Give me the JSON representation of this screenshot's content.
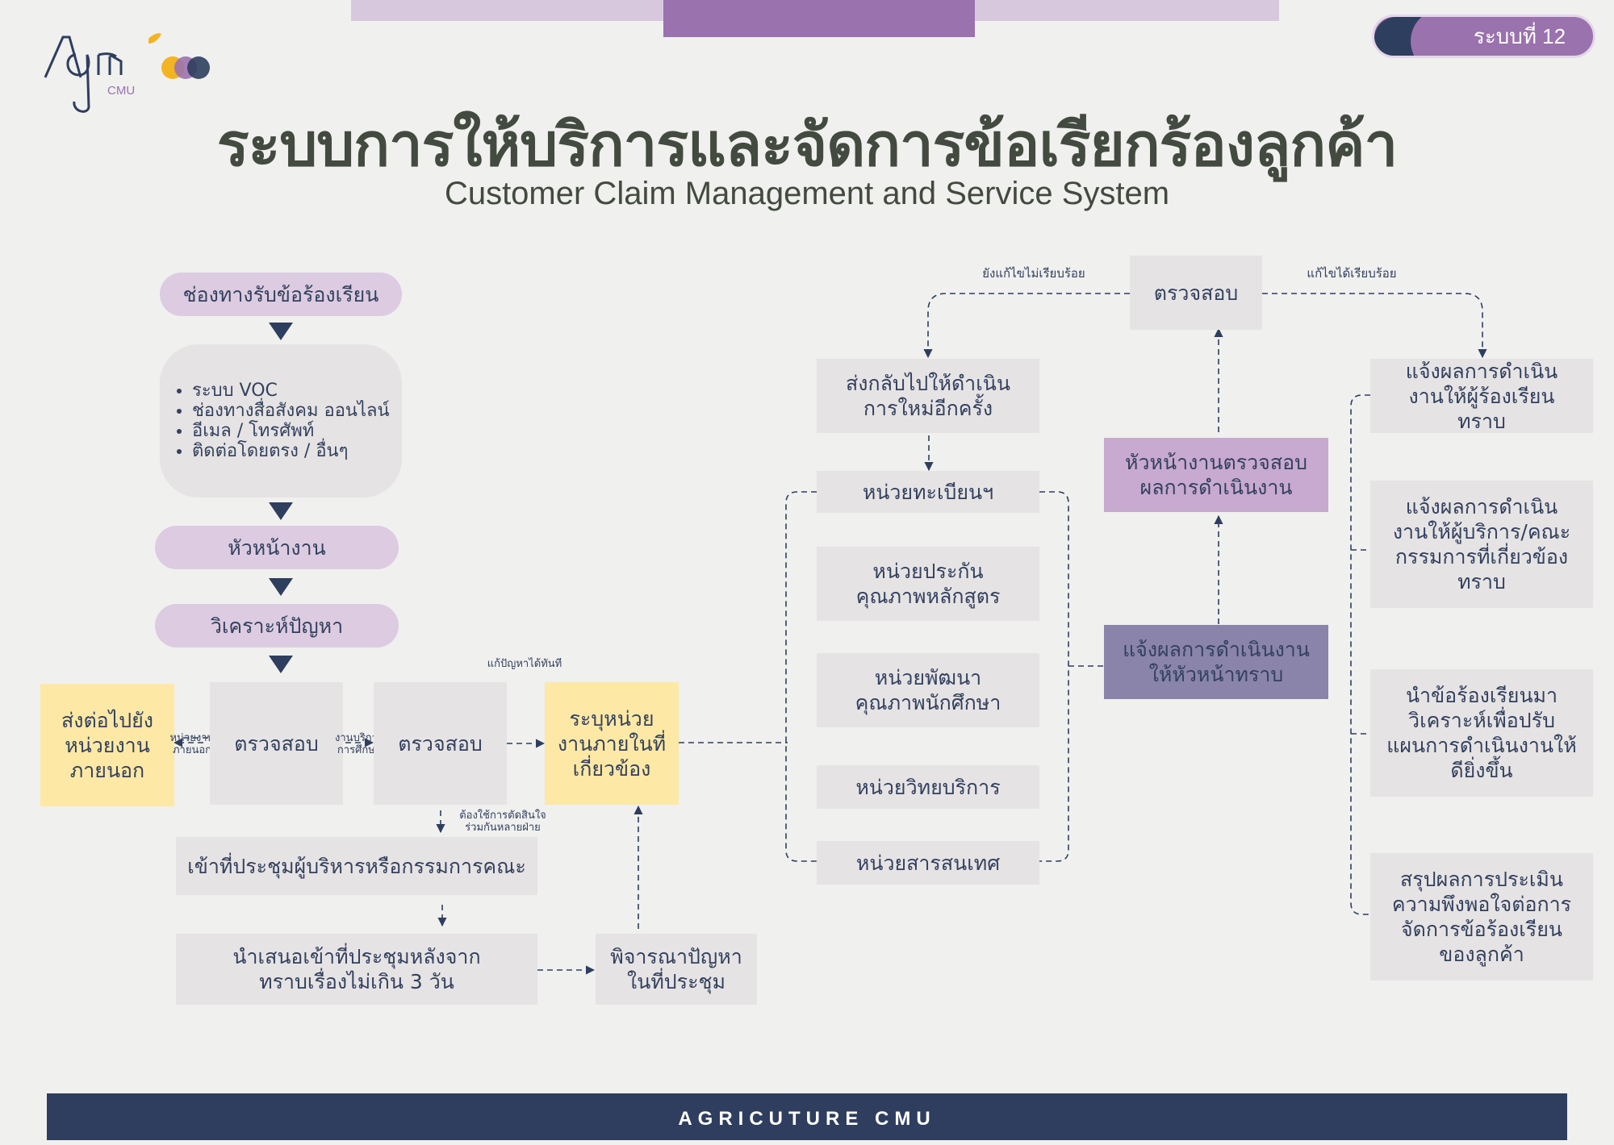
{
  "system_badge": "ระบบที่ 12",
  "logo": {
    "text": "Agri",
    "sub": "CMU"
  },
  "title": "ระบบการให้บริการและจัดการข้อเรียกร้องลูกค้า",
  "subtitle": "Customer Claim Management and Service System",
  "flow": {
    "channel": "ช่องทางรับข้อร้องเรียน",
    "channel_list": [
      "ระบบ VOC",
      "ช่องทางสื่อสังคม ออนไลน์",
      "อีเมล / โทรศัพท์",
      "ติดต่อโดยตรง / อื่นๆ"
    ],
    "head": "หัวหน้างาน",
    "analyze": "วิเคราะห์ปัญหา",
    "external": "ส่งต่อไปยังหน่วยงานภายนอก",
    "check1": "ตรวจสอบ",
    "check2": "ตรวจสอบ",
    "identify": "ระบุหน่วยงานภายในที่เกี่ยวข้อง",
    "meeting": "เข้าที่ประชุมผู้บริหารหรือกรรมการคณะ",
    "present": "นำเสนอเข้าที่ประชุมหลังจากทราบเรื่องไม่เกิน 3 วัน",
    "consider": "พิจารณาปัญหาในที่ประชุม",
    "label_external": "หน่วยงานภายนอก",
    "label_service": "งานบริการการศึกษา",
    "label_solved": "แก้ปัญหาได้ทันที",
    "label_decision": "ต้องใช้การตัดสินใจร่วมกันหลายฝ่าย"
  },
  "units": [
    "หน่วยทะเบียนฯ",
    "หน่วยประกันคุณภาพหลักสูตร",
    "หน่วยพัฒนาคุณภาพนักศึกษา",
    "หน่วยวิทยบริการ",
    "หน่วยสารสนเทศ"
  ],
  "review": {
    "send_back": "ส่งกลับไปให้ดำเนินการใหม่อีกครั้ง",
    "check": "ตรวจสอบ",
    "head_check": "หัวหน้างานตรวจสอบผลการดำเนินงาน",
    "notify_head": "แจ้งผลการดำเนินงานให้หัวหน้าทราบ",
    "label_not_done": "ยังแก้ไขไม่เรียบร้อย",
    "label_done": "แก้ไขได้เรียบร้อย"
  },
  "outcomes": [
    "แจ้งผลการดำเนินงานให้ผู้ร้องเรียนทราบ",
    "แจ้งผลการดำเนินงานให้ผู้บริการ/คณะกรรมการที่เกี่ยวข้องทราบ",
    "นำข้อร้องเรียนมาวิเคราะห์เพื่อปรับแผนการดำเนินงานให้ดียิ่งขึ้น",
    "สรุปผลการประเมินความพึงพอใจต่อการจัดการข้อร้องเรียนของลูกค้า"
  ],
  "footer": "AGRICUTURE CMU",
  "colors": {
    "navy": "#2f3e5e",
    "purple": "#9a72ad",
    "lilac": "#dccbe1",
    "yellow": "#fde8a5",
    "grey": "#e6e3e4"
  }
}
